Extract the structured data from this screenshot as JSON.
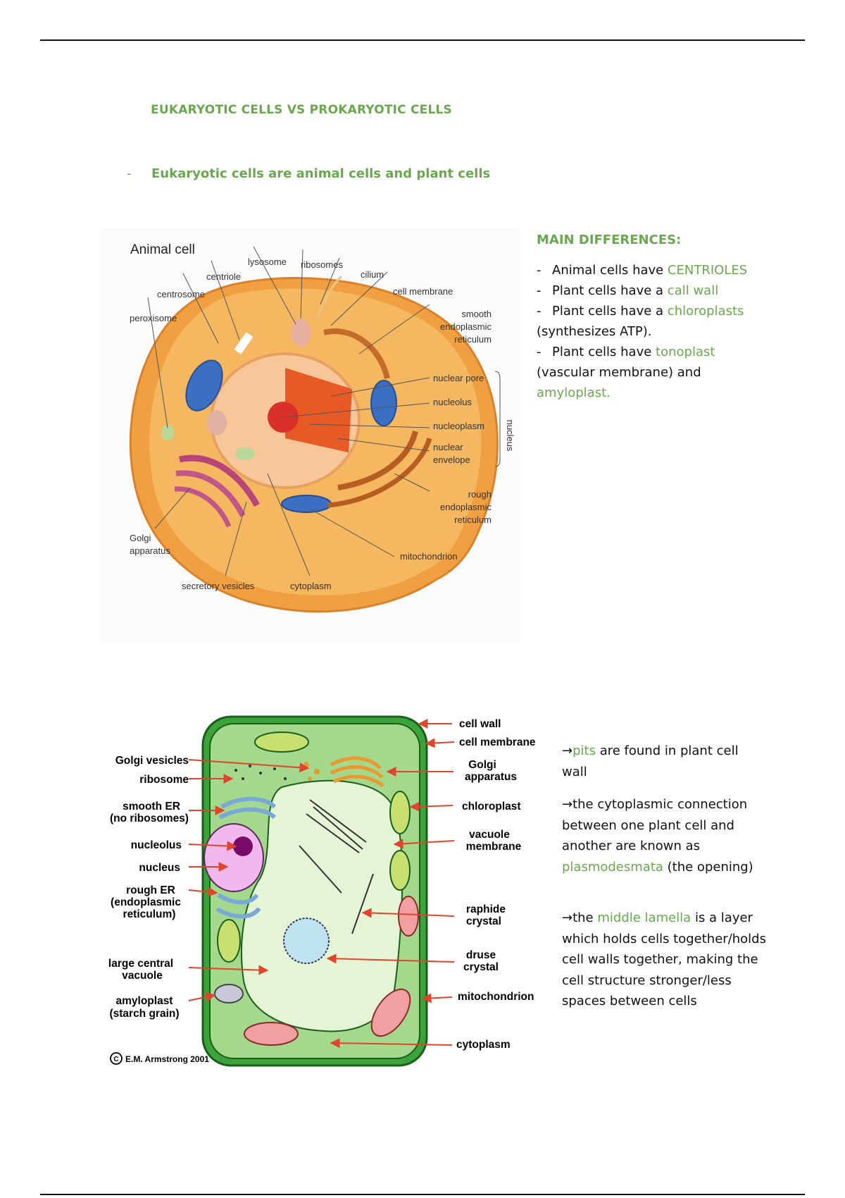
{
  "title": "EUKARYOTIC CELLS VS PROKARYOTIC CELLS",
  "bullet": {
    "dash": "-",
    "text": "Eukaryotic cells are animal cells and plant cells"
  },
  "animal_figure": {
    "title": "Animal cell",
    "labels": {
      "lysosome": "lysosome",
      "ribosomes": "ribosomes",
      "cilium": "cilium",
      "centriole": "centriole",
      "cell_membrane": "cell membrane",
      "centrosome": "centrosome",
      "peroxisome": "peroxisome",
      "smooth_er_1": "smooth",
      "smooth_er_2": "endoplasmic",
      "smooth_er_3": "reticulum",
      "nuclear_pore": "nuclear pore",
      "nucleolus": "nucleolus",
      "nucleoplasm": "nucleoplasm",
      "nuclear_env_1": "nuclear",
      "nuclear_env_2": "envelope",
      "nucleus": "nucleus",
      "rough_er_1": "rough",
      "rough_er_2": "endoplasmic",
      "rough_er_3": "reticulum",
      "golgi_1": "Golgi",
      "golgi_2": "apparatus",
      "mitochondrion": "mitochondrion",
      "secretory": "secretory vesicles",
      "cytoplasm": "cytoplasm"
    }
  },
  "differences": {
    "heading": "MAIN DIFFERENCES:",
    "items": [
      {
        "dash": "-",
        "pre": "Animal cells have ",
        "hl": "CENTRIOLES",
        "post": ""
      },
      {
        "dash": "-",
        "pre": "Plant cells have a ",
        "hl": "call wall",
        "post": ""
      },
      {
        "dash": "-",
        "pre": "Plant cells have a ",
        "hl": "chloroplasts",
        "post": ""
      }
    ],
    "line4": "(synthesizes ATP).",
    "item4": {
      "dash": "-",
      "pre": "Plant cells have ",
      "hl": "tonoplast"
    },
    "line6": "(vascular membrane) and",
    "line7": "amyloplast."
  },
  "plant_figure": {
    "labels": {
      "cell_wall": "cell wall",
      "cell_membrane": "cell membrane",
      "golgi_vesicles": "Golgi vesicles",
      "ribosome": "ribosome",
      "golgi_app_1": "Golgi",
      "golgi_app_2": "apparatus",
      "smooth_er_1": "smooth ER",
      "smooth_er_2": "(no ribosomes)",
      "chloroplast": "chloroplast",
      "nucleolus": "nucleolus",
      "vacuole_mem_1": "vacuole",
      "vacuole_mem_2": "membrane",
      "nucleus": "nucleus",
      "rough_er_1": "rough ER",
      "rough_er_2": "(endoplasmic",
      "rough_er_3": "reticulum)",
      "raphide_1": "raphide",
      "raphide_2": "crystal",
      "druse_1": "druse",
      "druse_2": "crystal",
      "vacuole_1": "large central",
      "vacuole_2": "vacuole",
      "amyloplast_1": "amyloplast",
      "amyloplast_2": "(starch grain)",
      "mitochondrion": "mitochondrion",
      "cytoplasm": "cytoplasm",
      "copyright": "E.M. Armstrong 2001"
    }
  },
  "notes": {
    "n1": {
      "arrow": "→",
      "hl": "pits",
      "rest": " are found in plant cell wall"
    },
    "n2": {
      "arrow": "→",
      "pre": "the cytoplasmic connection between one plant cell and another are known as ",
      "hl": "plasmodesmata",
      "post": " (the opening)"
    },
    "n3": {
      "arrow": "→",
      "pre": "the ",
      "hl": "middle lamella",
      "post": " is a layer which holds cells together/holds cell walls together, making the cell structure stronger/less spaces between cells"
    }
  }
}
